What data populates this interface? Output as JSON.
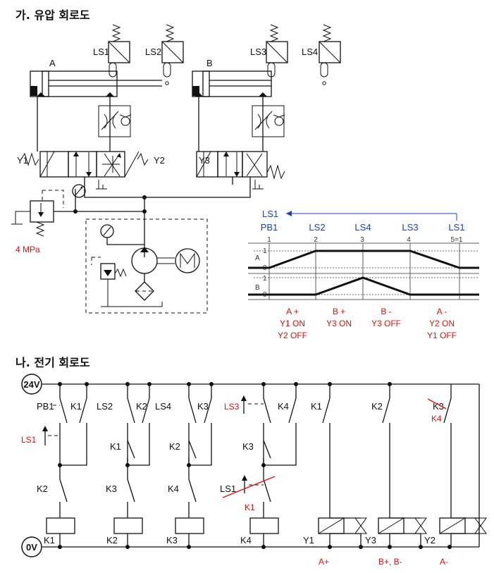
{
  "section_a_title": "가. 유압 회로도",
  "section_b_title": "나. 전기 회로도",
  "hydraulic": {
    "cylinder_a": "A",
    "cylinder_b": "B",
    "limit_switches": [
      "LS1",
      "LS2",
      "LS3",
      "LS4"
    ],
    "solenoids": [
      "Y1",
      "Y2",
      "Y3"
    ],
    "relief_pressure": "4 MPa"
  },
  "step_diagram": {
    "arrow_label": "LS1",
    "top_labels": [
      "PB1",
      "LS2",
      "LS4",
      "LS3",
      "LS1"
    ],
    "step_numbers": [
      "1",
      "2",
      "3",
      "4",
      "5=1"
    ],
    "rows": [
      {
        "name": "A",
        "levels": [
          "1",
          "0"
        ],
        "path": [
          0,
          1,
          1,
          1,
          0
        ]
      },
      {
        "name": "B",
        "levels": [
          "1",
          "0"
        ],
        "path": [
          0,
          0,
          1,
          0,
          0
        ]
      }
    ],
    "actions": [
      [
        "A +",
        "Y1 ON",
        "Y2 OFF"
      ],
      [
        "B +",
        "Y3 ON"
      ],
      [
        "B -",
        "Y3 OFF"
      ],
      [
        "A -",
        "Y2 ON",
        "Y1 OFF"
      ]
    ]
  },
  "electric": {
    "supply_top": "24V",
    "supply_bottom": "0V",
    "pushbutton": "PB1",
    "contact_labels": {
      "r1_top": "K1",
      "ls2": "LS2",
      "r2_top": "K2",
      "ls4": "LS4",
      "r3_top": "K3",
      "ls3": "LS3",
      "r4_top": "K4",
      "o1_top": "K1",
      "o2_top": "K2",
      "o3_top": "K3",
      "ls1_left": "LS1",
      "r2_mid": "K1",
      "r3_mid": "K2",
      "r4_mid": "K3",
      "r1_low": "K2",
      "r2_low": "K3",
      "r3_low": "K4",
      "ls1_low": "LS1",
      "correction_k4": "K4",
      "correction_k1": "K1"
    },
    "coils": [
      "K1",
      "K2",
      "K3",
      "K4"
    ],
    "solenoid_coils": [
      "Y1",
      "Y3",
      "Y2"
    ],
    "outputs": [
      "A+",
      "B+, B-",
      "A-"
    ]
  }
}
